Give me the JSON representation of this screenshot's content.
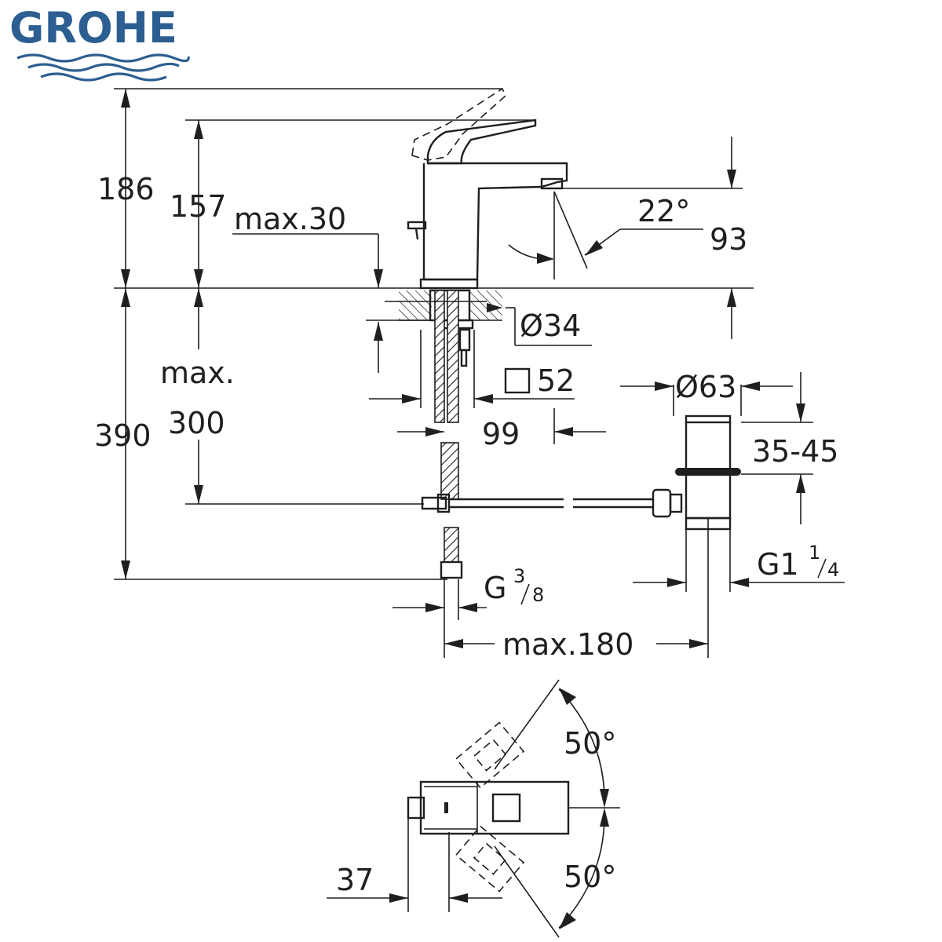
{
  "brand": {
    "name": "GROHE",
    "color": "#2c5e91"
  },
  "dimensions": {
    "total_height": "186",
    "spout_height": "157",
    "deck_thickness": "max.30",
    "spout_angle": "22°",
    "spout_reach": "93",
    "hole_diameter": "Ø34",
    "base_square": "52",
    "hose_max_label_1": "max.",
    "hose_max_label_2": "300",
    "below_deck_height": "390",
    "offset_99": "99",
    "waste_diameter": "Ø63",
    "waste_range": "35-45",
    "waste_thread_main": "G1",
    "waste_thread_num": "1",
    "waste_thread_den": "4",
    "supply_thread_main": "G",
    "supply_thread_num": "3",
    "supply_thread_den": "8",
    "max_180": "max.180",
    "rotation_top": "50°",
    "rotation_bottom": "50°",
    "lever_offset": "37"
  },
  "icons": {
    "square_symbol": "square-icon",
    "logo_waves": "water-waves-icon"
  }
}
